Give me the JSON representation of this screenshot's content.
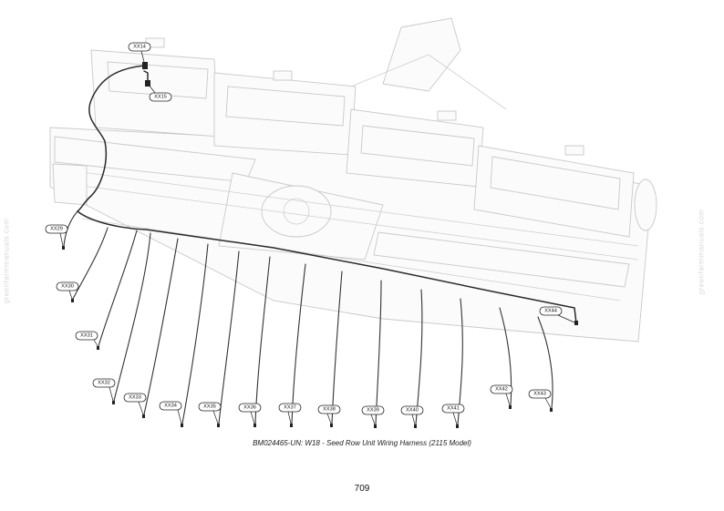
{
  "caption": "BM024465-UN: W18 - Seed Row Unit Wiring Harness (2115 Model)",
  "page_number": "709",
  "watermark": "greenfarmmanuals.com",
  "callouts": [
    "XX14",
    "XX15",
    "XX29",
    "XX30",
    "XX31",
    "XX32",
    "XX33",
    "XX34",
    "XX35",
    "XX36",
    "XX37",
    "XX38",
    "XX39",
    "XX40",
    "XX41",
    "XX42",
    "XX43",
    "XX44"
  ]
}
